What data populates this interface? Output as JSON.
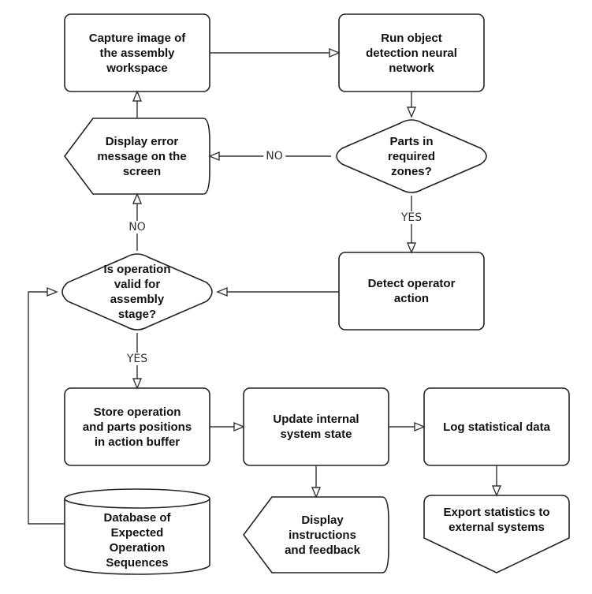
{
  "nodes": {
    "capture": "Capture image of\nthe assembly\nworkspace",
    "detect_net": "Run object\ndetection neural\nnetwork",
    "parts_check": "Parts in\nrequired\nzones?",
    "error_display": "Display error\nmessage on the\nscreen",
    "detect_action": "Detect operator\naction",
    "valid_check": "Is operation\nvalid for\nassembly\nstage?",
    "store": "Store operation\nand parts positions\nin action buffer",
    "update_state": "Update internal\nsystem state",
    "log_stats": "Log statistical data",
    "display_instr": "Display\ninstructions\nand feedback",
    "export_stats": "Export statistics to\nexternal systems",
    "database": "Database of\nExpected\nOperation\nSequences"
  },
  "edges": {
    "no_parts": "NO",
    "yes_parts": "YES",
    "no_valid": "NO",
    "yes_valid": "YES"
  },
  "colors": {
    "stroke": "#222222",
    "fill": "#ffffff",
    "text": "#111111"
  }
}
